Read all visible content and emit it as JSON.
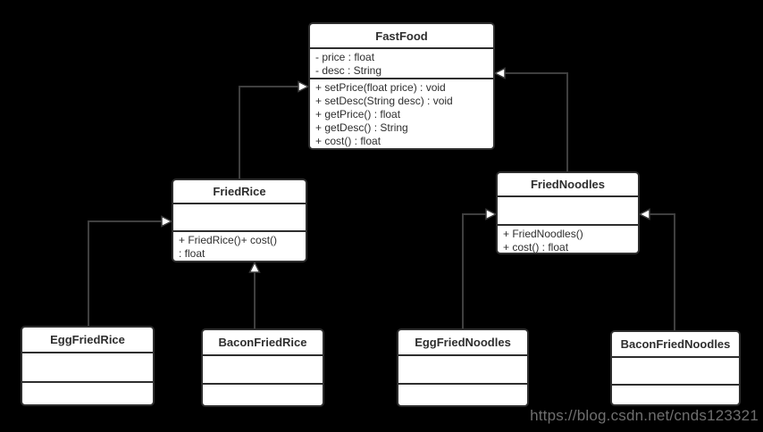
{
  "diagram": {
    "type": "uml-class-diagram",
    "classes": {
      "fastfood": {
        "name": "FastFood",
        "attributes": [
          "- price : float",
          "- desc : String"
        ],
        "methods": [
          "+ setPrice(float price) : void",
          "+ setDesc(String desc) : void",
          "+ getPrice() : float",
          "+ getDesc() : String",
          "+ cost() : float"
        ]
      },
      "friedrice": {
        "name": "FriedRice",
        "attributes": [],
        "methods": [
          "+ FriedRice()+ cost()",
          ": float"
        ]
      },
      "friednoodles": {
        "name": "FriedNoodles",
        "attributes": [],
        "methods": [
          "+ FriedNoodles()",
          "+ cost() : float"
        ]
      },
      "eggfriedrice": {
        "name": "EggFriedRice",
        "attributes": [],
        "methods": []
      },
      "baconfriedrice": {
        "name": "BaconFriedRice",
        "attributes": [],
        "methods": []
      },
      "eggfriednoodles": {
        "name": "EggFriedNoodles",
        "attributes": [],
        "methods": []
      },
      "baconfriednoodles": {
        "name": "BaconFriedNoodles",
        "attributes": [],
        "methods": []
      }
    },
    "relationships": [
      {
        "from": "FriedRice",
        "to": "FastFood",
        "type": "generalization"
      },
      {
        "from": "FriedNoodles",
        "to": "FastFood",
        "type": "generalization"
      },
      {
        "from": "EggFriedRice",
        "to": "FriedRice",
        "type": "generalization"
      },
      {
        "from": "BaconFriedRice",
        "to": "FriedRice",
        "type": "generalization"
      },
      {
        "from": "EggFriedNoodles",
        "to": "FriedNoodles",
        "type": "generalization"
      },
      {
        "from": "BaconFriedNoodles",
        "to": "FriedNoodles",
        "type": "generalization"
      }
    ],
    "watermark": "https://blog.csdn.net/cnds123321",
    "colors": {
      "background": "#000000",
      "box_fill": "#ffffff",
      "box_border": "#2e2e2e",
      "text": "#2e2e2e",
      "edge": "#3f3f3f",
      "arrowhead_fill": "#ffffff",
      "watermark": "#6f6f6f"
    }
  }
}
